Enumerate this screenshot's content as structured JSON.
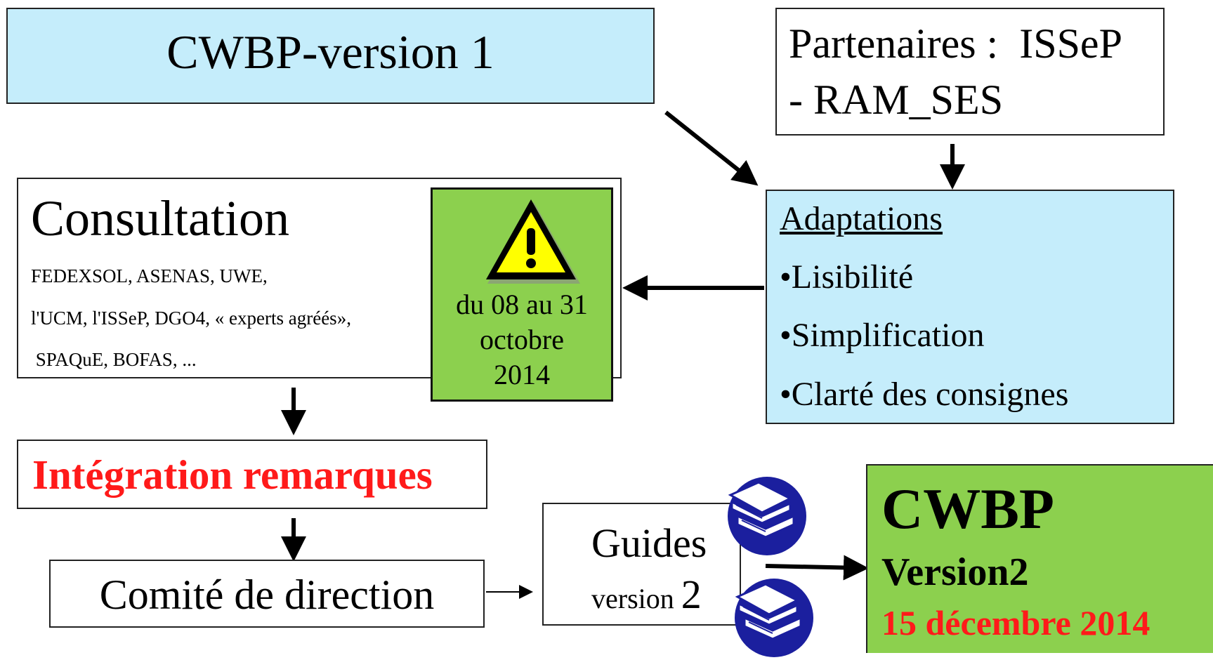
{
  "title_box": {
    "text": "CWBP-version 1"
  },
  "partners_box": {
    "line1": "Partenaires :  ISSeP",
    "line2": "- RAM_SES"
  },
  "adaptations_box": {
    "heading": "Adaptations",
    "items": [
      "•Lisibilité",
      "•Simplification",
      "•Clarté des consignes"
    ]
  },
  "consultation_box": {
    "heading": "Consultation",
    "lines": [
      "FEDEXSOL, ASENAS, UWE,",
      "l'UCM, l'ISSeP,  DGO4, « experts agréés»,",
      " SPAQuE, BOFAS, ..."
    ]
  },
  "warning_box": {
    "lines": [
      "du 08 au 31",
      "octobre",
      "2014"
    ]
  },
  "integration_box": {
    "text": "Intégration remarques"
  },
  "comite_box": {
    "text": "Comité de direction"
  },
  "guides_box": {
    "line1": "Guides",
    "line2_small": "version ",
    "line2_big": "2"
  },
  "final_box": {
    "line1": "CWBP",
    "line2": "Version2",
    "line3": "15 décembre 2014"
  },
  "colors": {
    "cyan": "#c5edfb",
    "green": "#8cd04e",
    "red": "#ff1a1a",
    "book_blue": "#1b1f9e",
    "warning_yellow": "#ffff00"
  }
}
